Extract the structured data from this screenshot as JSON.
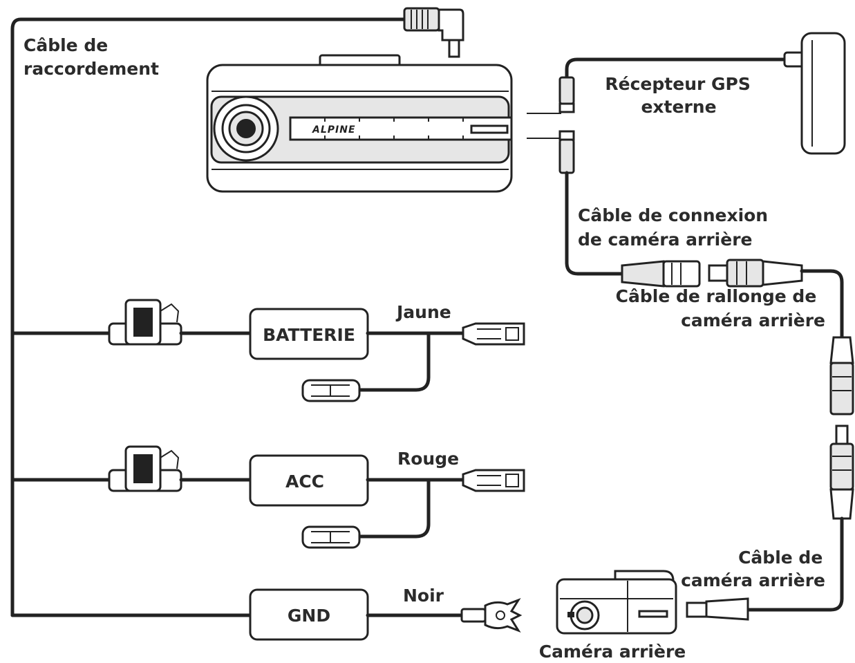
{
  "labels": {
    "connection_cable": [
      "Câble de",
      "raccordement"
    ],
    "gps_receiver": [
      "Récepteur GPS",
      "externe"
    ],
    "rear_cam_connection_cable": [
      "Câble de connexion",
      "de caméra arrière"
    ],
    "rear_cam_extension_cable": [
      "Câble de rallonge de",
      "caméra arrière"
    ],
    "rear_cam_cable": [
      "Câble de",
      "caméra arrière"
    ],
    "rear_camera": "Caméra arrière"
  },
  "wires": {
    "battery": {
      "box": "BATTERIE",
      "color_label": "Jaune"
    },
    "acc": {
      "box": "ACC",
      "color_label": "Rouge"
    },
    "gnd": {
      "box": "GND",
      "color_label": "Noir"
    }
  },
  "brand_logo": "ALPINE",
  "icons": {
    "dashcam": "dashcam-unit-icon",
    "gps": "gps-receiver-icon",
    "fuse_holder": "fuse-holder-icon",
    "connector": "spade-connector-icon",
    "ring_terminal": "ring-terminal-icon",
    "rear_camera": "rear-camera-icon"
  }
}
